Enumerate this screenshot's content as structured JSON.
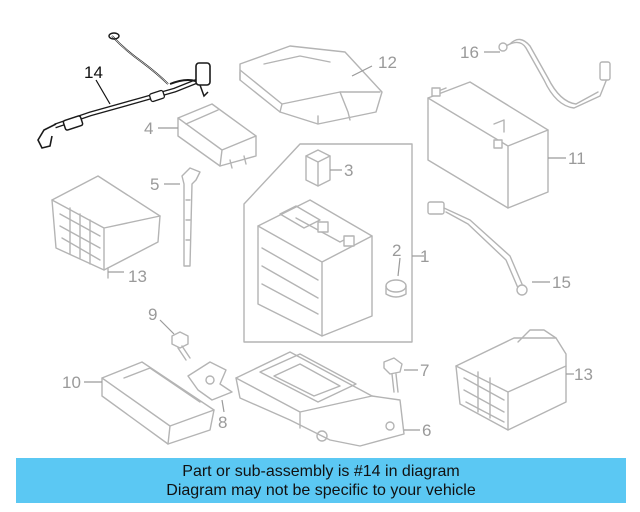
{
  "banner": {
    "line1": "Part or sub-assembly is #14 in diagram",
    "line2": "Diagram may not be specific to your vehicle",
    "color": "#5bc8f3"
  },
  "callouts": {
    "c1": "1",
    "c2": "2",
    "c3": "3",
    "c4": "4",
    "c5": "5",
    "c6": "6",
    "c7": "7",
    "c8": "8",
    "c9": "9",
    "c10": "10",
    "c11": "11",
    "c12": "12",
    "c13a": "13",
    "c13b": "13",
    "c14": "14",
    "c15": "15",
    "c16": "16"
  },
  "colors": {
    "highlight": "#111111",
    "part_line": "#b4b4b4",
    "callout_text": "#9a9a9a"
  }
}
